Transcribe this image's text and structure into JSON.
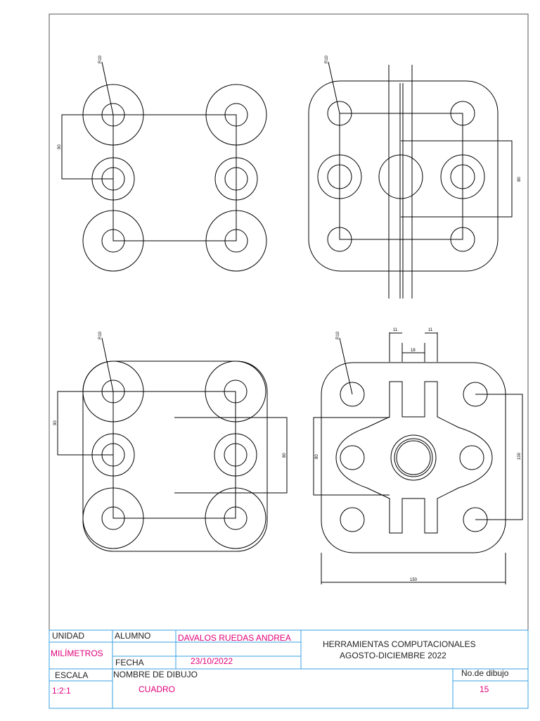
{
  "dimensions": {
    "d1_radius": "R10",
    "d1_vert": "90",
    "d2_radius": "R10",
    "d2_vert": "80",
    "d3_radius": "R10",
    "d3_vert_left": "90",
    "d3_vert_right": "80",
    "d4_radius": "R10",
    "d4_top_left": "11",
    "d4_top_right": "11",
    "d4_top_mid": "18",
    "d4_vert_left": "80",
    "d4_vert_right": "100",
    "d4_bottom": "150"
  },
  "title_block": {
    "unidad_label": "UNIDAD",
    "unidad_value": "MILÍMETROS",
    "alumno_label": "ALUMNO",
    "alumno_value": "DAVALOS RUEDAS ANDREA",
    "fecha_label": "FECHA",
    "fecha_value": "23/10/2022",
    "course_line1": "HERRAMIENTAS COMPUTACIONALES",
    "course_line2": "AGOSTO-DICIEMBRE 2022",
    "escala_label": "ESCALA",
    "escala_value": "1:2:1",
    "nombre_label": "NOMBRE DE DIBUJO",
    "nombre_value": "CUADRO",
    "numero_label": "No.de dibujo",
    "numero_value": "15"
  },
  "colors": {
    "line": "#000000",
    "table_line": "#3aa0e0",
    "value_text": "#e0007a"
  }
}
